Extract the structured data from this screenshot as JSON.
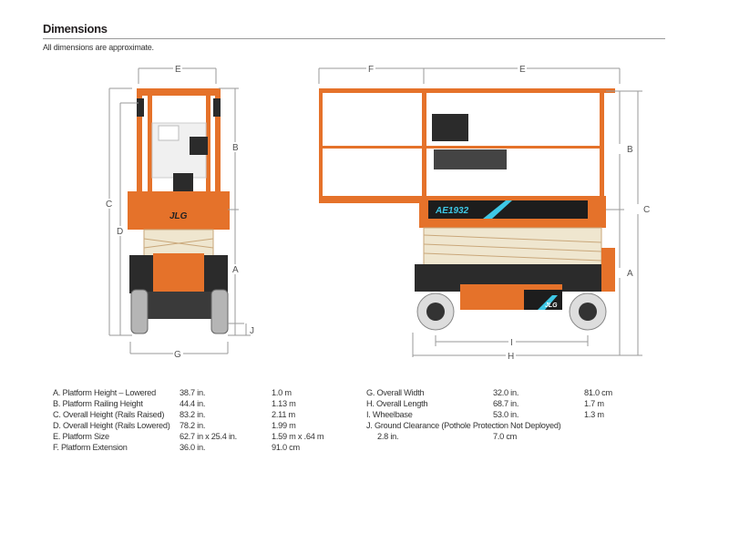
{
  "header": {
    "title": "Dimensions",
    "subtitle": "All dimensions are approximate."
  },
  "front_view": {
    "labels": {
      "E": "E",
      "B": "B",
      "C": "C",
      "D": "D",
      "A": "A",
      "J": "J",
      "G": "G"
    },
    "logo": "JLG"
  },
  "side_view": {
    "labels": {
      "F": "F",
      "E": "E",
      "B": "B",
      "C": "C",
      "A": "A",
      "I": "I",
      "H": "H"
    },
    "model_decal": "AE1932",
    "logo": "JLG"
  },
  "colors": {
    "orange": "#e5722a",
    "dark": "#2b2b2b",
    "cyan": "#3ec8e6"
  },
  "specs_left": [
    {
      "label": "A.  Platform Height – Lowered",
      "imperial": "38.7 in.",
      "metric": "1.0 m"
    },
    {
      "label": "B.  Platform Railing Height",
      "imperial": "44.4 in.",
      "metric": "1.13 m"
    },
    {
      "label": "C.  Overall Height (Rails Raised)",
      "imperial": "83.2 in.",
      "metric": "2.11 m"
    },
    {
      "label": "D.  Overall Height (Rails Lowered)",
      "imperial": "78.2 in.",
      "metric": "1.99 m"
    },
    {
      "label": "E.  Platform Size",
      "imperial": "62.7 in x 25.4 in.",
      "metric": "1.59 m x .64 m"
    },
    {
      "label": "F.  Platform Extension",
      "imperial": "36.0 in.",
      "metric": "91.0 cm"
    }
  ],
  "specs_right": [
    {
      "label": "G.  Overall Width",
      "imperial": "32.0 in.",
      "metric": "81.0 cm"
    },
    {
      "label": "H.  Overall Length",
      "imperial": "68.7 in.",
      "metric": "1.7 m"
    },
    {
      "label": "I.  Wheelbase",
      "imperial": "53.0 in.",
      "metric": "1.3 m"
    }
  ],
  "ground_clearance": {
    "label": "J.  Ground Clearance (Pothole Protection Not Deployed)",
    "imperial": "2.8 in.",
    "metric": "7.0 cm"
  }
}
